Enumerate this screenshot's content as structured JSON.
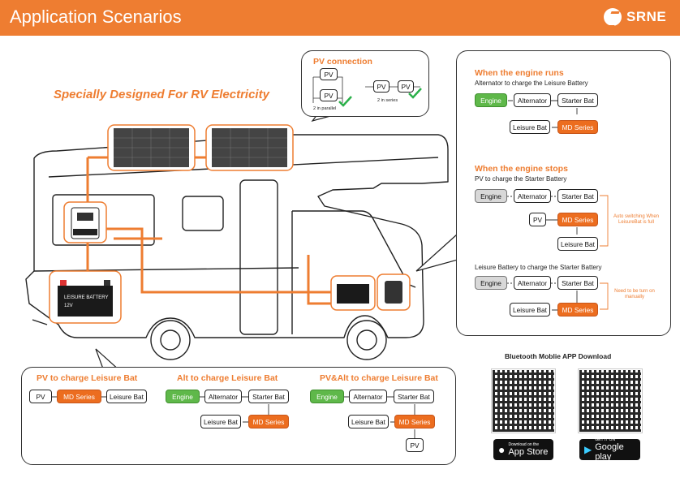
{
  "header": {
    "title": "Application Scenarios",
    "brand": "SRNE"
  },
  "tagline": "Specially Designed For RV Electricity",
  "pv_connection": {
    "title": "PV connection",
    "node": "PV",
    "parallel_label": "2 in parallel",
    "series_label": "2 in series"
  },
  "rv": {
    "battery_label": "LEISURE BATTERY",
    "battery_voltage": "12V"
  },
  "engine_runs": {
    "title": "When the engine runs",
    "subtitle": "Alternator to charge the Leisure Battery",
    "nodes": {
      "engine": "Engine",
      "alternator": "Alternator",
      "starter": "Starter Bat",
      "leisure": "Leisure Bat",
      "md": "MD Series"
    }
  },
  "engine_stops": {
    "title": "When the engine stops",
    "subtitle": "PV to charge the Starter Battery",
    "nodes": {
      "engine": "Engine",
      "alternator": "Alternator",
      "starter": "Starter Bat",
      "pv": "PV",
      "md": "MD Series",
      "leisure": "Leisure Bat"
    },
    "note": "Auto switching When LeisureBat is full"
  },
  "leisure_to_starter": {
    "subtitle": "Leisure Battery to charge the Starter Battery",
    "nodes": {
      "engine": "Engine",
      "alternator": "Alternator",
      "starter": "Starter Bat",
      "leisure": "Leisure Bat",
      "md": "MD Series"
    },
    "note": "Need to be turn on manually"
  },
  "bottom": {
    "pv_charge": {
      "title": "PV to charge Leisure Bat",
      "pv": "PV",
      "md": "MD Series",
      "leisure": "Leisure Bat"
    },
    "alt_charge": {
      "title": "Alt to charge Leisure Bat",
      "engine": "Engine",
      "alternator": "Alternator",
      "starter": "Starter Bat",
      "leisure": "Leisure Bat",
      "md": "MD Series"
    },
    "pvalt_charge": {
      "title": "PV&Alt to charge Leisure Bat",
      "engine": "Engine",
      "alternator": "Alternator",
      "starter": "Starter Bat",
      "leisure": "Leisure Bat",
      "md": "MD Series",
      "pv": "PV"
    }
  },
  "app": {
    "title": "Bluetooth Moblie APP Download",
    "appstore_small": "Download on the",
    "appstore_big": "App Store",
    "gplay_small": "GET IT ON",
    "gplay_big": "Google play"
  },
  "colors": {
    "accent": "#ee7d31",
    "md": "#ec6d1f",
    "engine_green": "#5fb84a"
  }
}
